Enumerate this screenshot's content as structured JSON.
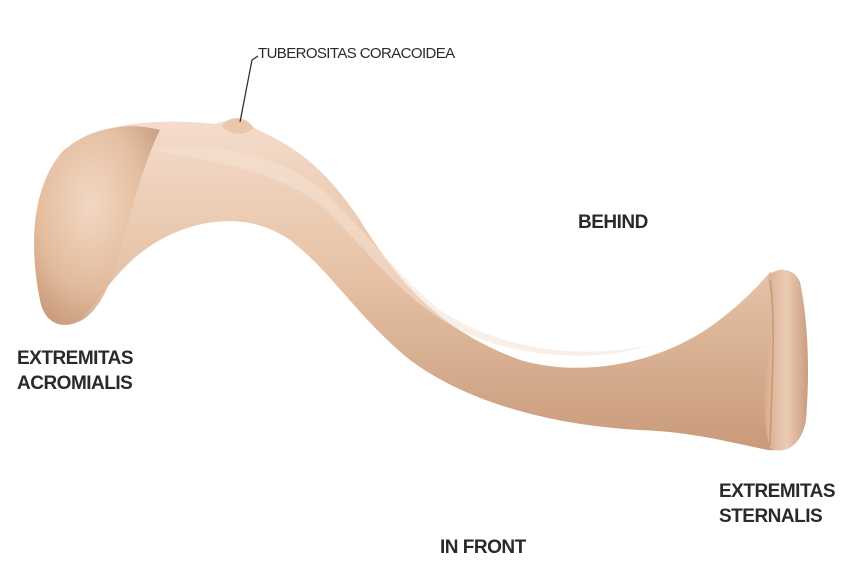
{
  "diagram": {
    "labels": {
      "tuberositas": "TUBEROSITAS CORACOIDEA",
      "behind": "BEHIND",
      "acromial": "EXTREMITAS\nACROMIALIS",
      "in_front": "IN FRONT",
      "sternal": "EXTREMITAS\nSTERNALIS"
    },
    "colors": {
      "bone_light": "#f1d6c2",
      "bone_mid": "#dcb393",
      "bone_dark": "#b78a6c",
      "label_text": "#2a2a2a",
      "leader_line": "#333333"
    }
  }
}
